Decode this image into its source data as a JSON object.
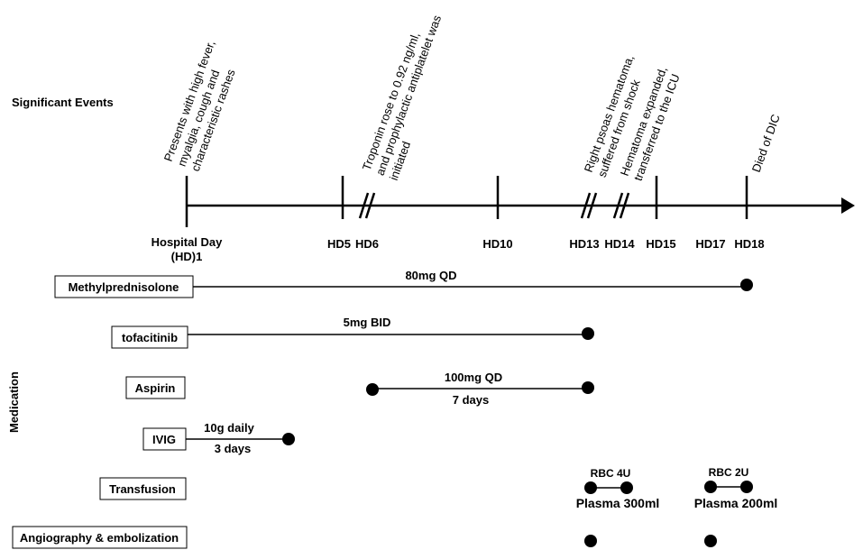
{
  "section_events_label": "Significant Events",
  "section_medication_label": "Medication",
  "timeline": {
    "day_labels": [
      {
        "id": "hd1",
        "text_line1": "Hospital Day",
        "text_line2": "(HD)1"
      },
      {
        "id": "hd5",
        "text": "HD5"
      },
      {
        "id": "hd6",
        "text": "HD6"
      },
      {
        "id": "hd10",
        "text": "HD10"
      },
      {
        "id": "hd13",
        "text": "HD13"
      },
      {
        "id": "hd14",
        "text": "HD14"
      },
      {
        "id": "hd15",
        "text": "HD15"
      },
      {
        "id": "hd17",
        "text": "HD17"
      },
      {
        "id": "hd18",
        "text": "HD18"
      }
    ]
  },
  "events": [
    {
      "id": "hd1",
      "lines": [
        "Presents with high fever,",
        "myalgia, cough and",
        "characteristic rashes"
      ]
    },
    {
      "id": "hd6",
      "lines": [
        "Troponin rose to 0.92 ng/ml,",
        "and prophylactic antiplatelet was",
        "initiated"
      ]
    },
    {
      "id": "hd13",
      "lines": [
        "Right psoas hematoma,",
        "suffered from shock"
      ]
    },
    {
      "id": "hd15",
      "lines": [
        "Hematoma expanded,",
        "transferred to the ICU"
      ]
    },
    {
      "id": "hd18",
      "lines": [
        "Died of DIC"
      ]
    }
  ],
  "medications": [
    {
      "id": "methylprednisolone",
      "name": "Methylprednisolone",
      "dose": "80mg QD"
    },
    {
      "id": "tofacitinib",
      "name": "tofacitinib",
      "dose": "5mg BID"
    },
    {
      "id": "aspirin",
      "name": "Aspirin",
      "dose": "100mg QD",
      "duration": "7 days"
    },
    {
      "id": "ivig",
      "name": "IVIG",
      "dose": "10g daily",
      "duration": "3 days"
    },
    {
      "id": "transfusion",
      "name": "Transfusion",
      "episodes": [
        {
          "top": "RBC 4U",
          "bottom": "Plasma 300ml"
        },
        {
          "top": "RBC 2U",
          "bottom": "Plasma 200ml"
        }
      ]
    },
    {
      "id": "angiography",
      "name": "Angiography & embolization"
    }
  ]
}
